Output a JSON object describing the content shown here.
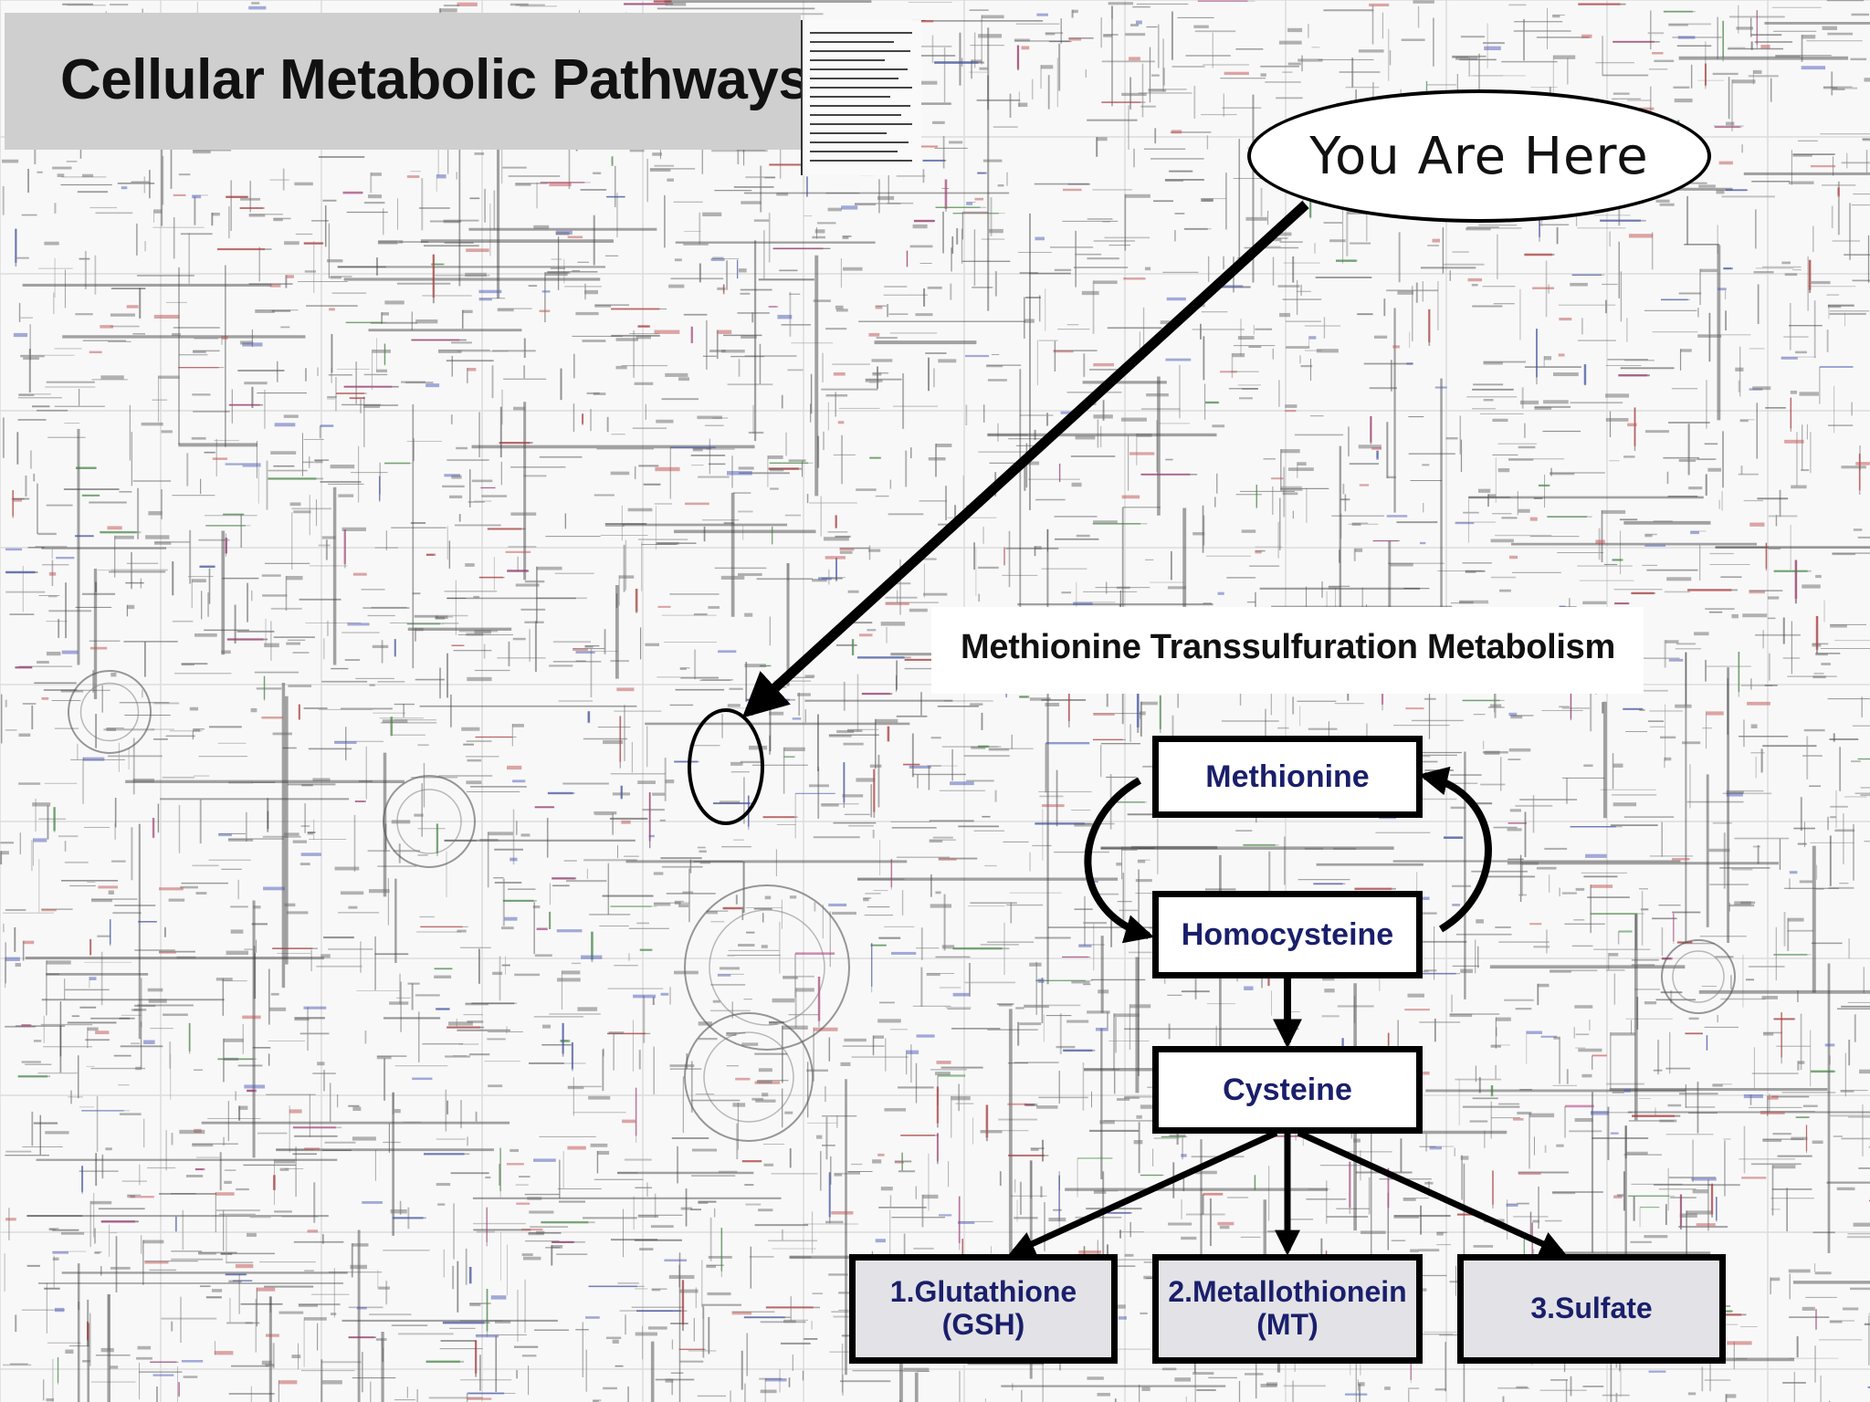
{
  "title": "Cellular Metabolic Pathways",
  "marker": "You Are Here",
  "subtitle": "Methionine Transsulfuration Metabolism",
  "nodes": {
    "methionine": "Methionine",
    "homocysteine": "Homocysteine",
    "cysteine": "Cysteine",
    "glutathione": "1.Glutathione\n(GSH)",
    "metallothionein": "2.Metallothionein\n(MT)",
    "sulfate": "3.Sulfate"
  },
  "colors": {
    "node_text": "#1a1f6b",
    "node_border": "#000000",
    "title_band": "#cfcfcf",
    "product_fill": "#e3e3e7"
  }
}
